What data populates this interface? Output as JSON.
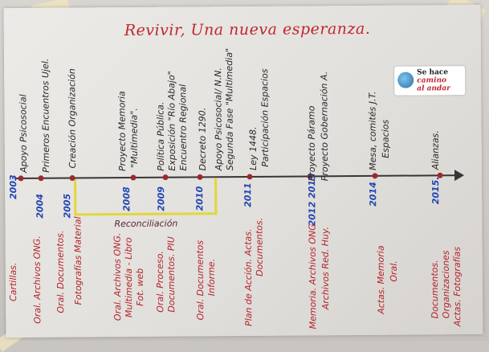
{
  "poster": {
    "title": "Revivir, Una nueva esperanza.",
    "logo": {
      "line1": "Se hace",
      "line2": "camino",
      "line3": "al andar"
    },
    "reconciliation": "Reconciliación",
    "timeline": [
      {
        "year": "2003",
        "events": [
          "Apoyo Psicosocial"
        ],
        "docs": [
          "Cartillas."
        ]
      },
      {
        "year": "2004",
        "events": [
          "Primeros Encuentros Ujel."
        ],
        "docs": [
          "Oral. Archivos ONG."
        ]
      },
      {
        "year": "2005",
        "events": [
          "Creación Organización"
        ],
        "docs": [
          "Oral. Documentos.",
          "Fotografías Material"
        ]
      },
      {
        "year": "2008",
        "events": [
          "Proyecto Memoria",
          "\"Multimedia\"."
        ],
        "docs": [
          "Oral. Archivos ONG.",
          "Multimedia - Libro",
          "Fot. web"
        ]
      },
      {
        "year": "2009",
        "events": [
          "Política Pública.",
          "Exposición \"Río Abajo\"",
          "Encuentro Regional"
        ],
        "docs": [
          "Oral. Proceso.",
          "Documentos. PIU"
        ]
      },
      {
        "year": "2010",
        "events": [
          "Decreto 1290."
        ],
        "docs": [
          "Oral. Documentos",
          "Informe."
        ]
      },
      {
        "year": "2011",
        "events": [
          "Apoyo Psicosocial/ N.N.",
          "Segunda Fase \"Multimedia\""
        ],
        "docs": [
          "Plan de Acción. Actas.",
          "Documentos."
        ]
      },
      {
        "year": "",
        "events": [
          "Ley 1448."
        ],
        "docs": []
      },
      {
        "year": "",
        "events": [
          "Participación Espacios"
        ],
        "docs": []
      },
      {
        "year": "2012 2013",
        "events": [
          "Proyecto Páramo",
          "Proyecto Gobernación A."
        ],
        "docs": [
          "Memoria. Archivos ONG.",
          "Archivos Red. Huy."
        ]
      },
      {
        "year": "2014",
        "events": [
          "Mesa, comités J.T.",
          "Espacios"
        ],
        "docs": [
          "Actas. Memoria",
          "Oral."
        ]
      },
      {
        "year": "2015.",
        "events": [
          "Alianzas."
        ],
        "docs": [
          "Documentos.",
          "Organizaciones",
          "Actas. Fotografías"
        ]
      }
    ]
  }
}
